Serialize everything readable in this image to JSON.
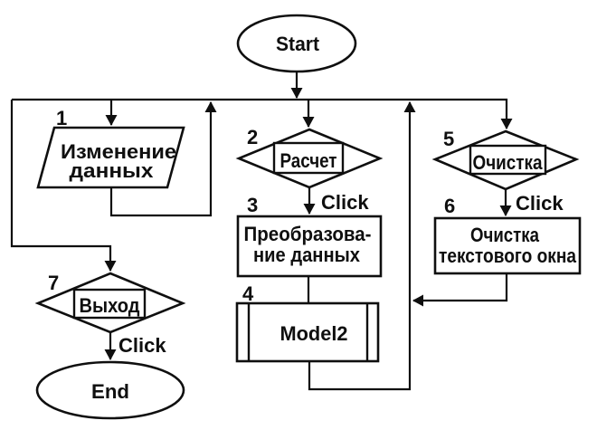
{
  "diagram": {
    "colors": {
      "background": "#ffffff",
      "ink": "#0f0f0f"
    },
    "nodes": {
      "start": {
        "label": "Start",
        "type": "terminator"
      },
      "change_data": {
        "number": "1",
        "line1": "Изменение",
        "line2": "данных",
        "type": "data-io"
      },
      "calc": {
        "number": "2",
        "label": "Расчет",
        "type": "decision"
      },
      "transform": {
        "number": "3",
        "line1": "Преобразова-",
        "line2": "ние данных",
        "type": "process"
      },
      "model2": {
        "number": "4",
        "label": "Model2",
        "type": "predefined-process"
      },
      "clear": {
        "number": "5",
        "label": "Очистка",
        "type": "decision"
      },
      "clear_text": {
        "number": "6",
        "line1": "Очистка",
        "line2": "текстового окна",
        "type": "process"
      },
      "exit": {
        "number": "7",
        "label": "Выход",
        "type": "decision"
      },
      "end": {
        "label": "End",
        "type": "terminator"
      }
    },
    "edge_labels": {
      "calc_click": "Click",
      "clear_click": "Click",
      "exit_click": "Click"
    }
  }
}
